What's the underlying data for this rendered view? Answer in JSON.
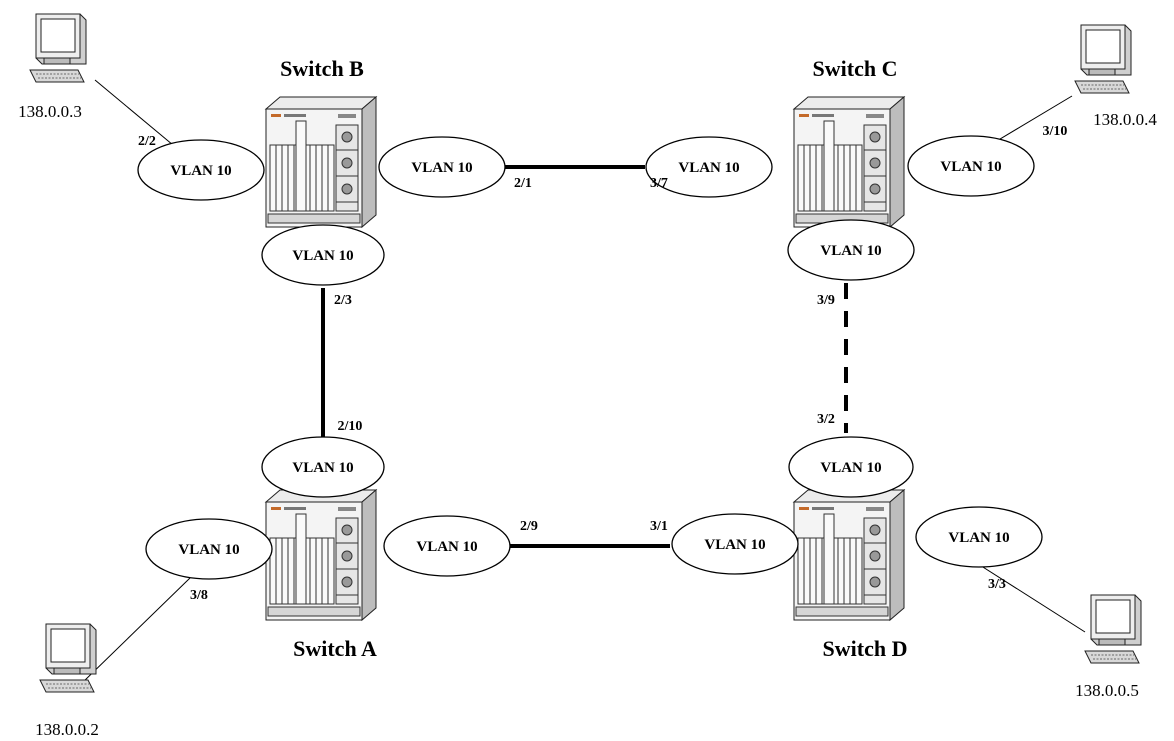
{
  "switches": [
    {
      "id": "a",
      "label": "Switch A"
    },
    {
      "id": "b",
      "label": "Switch B"
    },
    {
      "id": "c",
      "label": "Switch C"
    },
    {
      "id": "d",
      "label": "Switch D"
    }
  ],
  "vlan_label": "VLAN 10",
  "ports": {
    "b_pc": "2/2",
    "b_c": "2/1",
    "c_b": "3/7",
    "c_pc": "3/10",
    "b_a": "2/3",
    "a_b": "2/10",
    "c_d": "3/9",
    "d_c": "3/2",
    "a_d": "2/9",
    "d_a": "3/1",
    "a_pc": "3/8",
    "d_pc": "3/3"
  },
  "hosts": {
    "b": "138.0.0.3",
    "c": "138.0.0.4",
    "a": "138.0.0.2",
    "d": "138.0.0.5"
  },
  "links": [
    {
      "from": "Switch B",
      "to": "Switch C",
      "style": "solid"
    },
    {
      "from": "Switch B",
      "to": "Switch A",
      "style": "solid"
    },
    {
      "from": "Switch A",
      "to": "Switch D",
      "style": "solid"
    },
    {
      "from": "Switch C",
      "to": "Switch D",
      "style": "dashed"
    }
  ]
}
